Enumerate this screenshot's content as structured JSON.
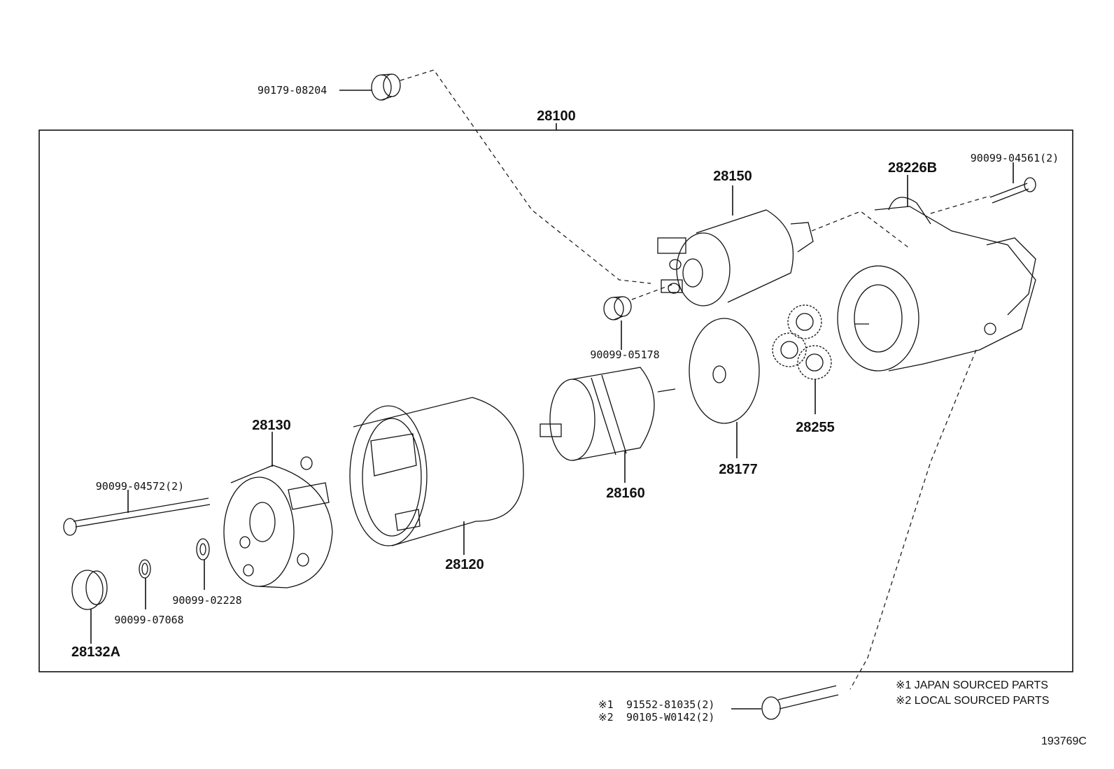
{
  "assembly": {
    "label": "28100"
  },
  "labels": {
    "screw_top": "90179-08204",
    "solenoid": "28150",
    "housing": "28226B",
    "bolt_top_right": "90099-04561(2)",
    "nut": "90099-05178",
    "gears": "28255",
    "plate": "28177",
    "armature": "28160",
    "yoke": "28120",
    "end_frame": "28130",
    "through_bolt": "90099-04572(2)",
    "washer": "90099-02228",
    "clip": "90099-07068",
    "cap": "28132A"
  },
  "bottom_bolt": {
    "line1_mark": "※1",
    "line1_part": "91552-81035(2)",
    "line2_mark": "※2",
    "line2_part": "90105-W0142(2)"
  },
  "notes": [
    "※1 JAPAN SOURCED PARTS",
    "※2 LOCAL SOURCED PARTS"
  ],
  "diagram_id": "193769C"
}
